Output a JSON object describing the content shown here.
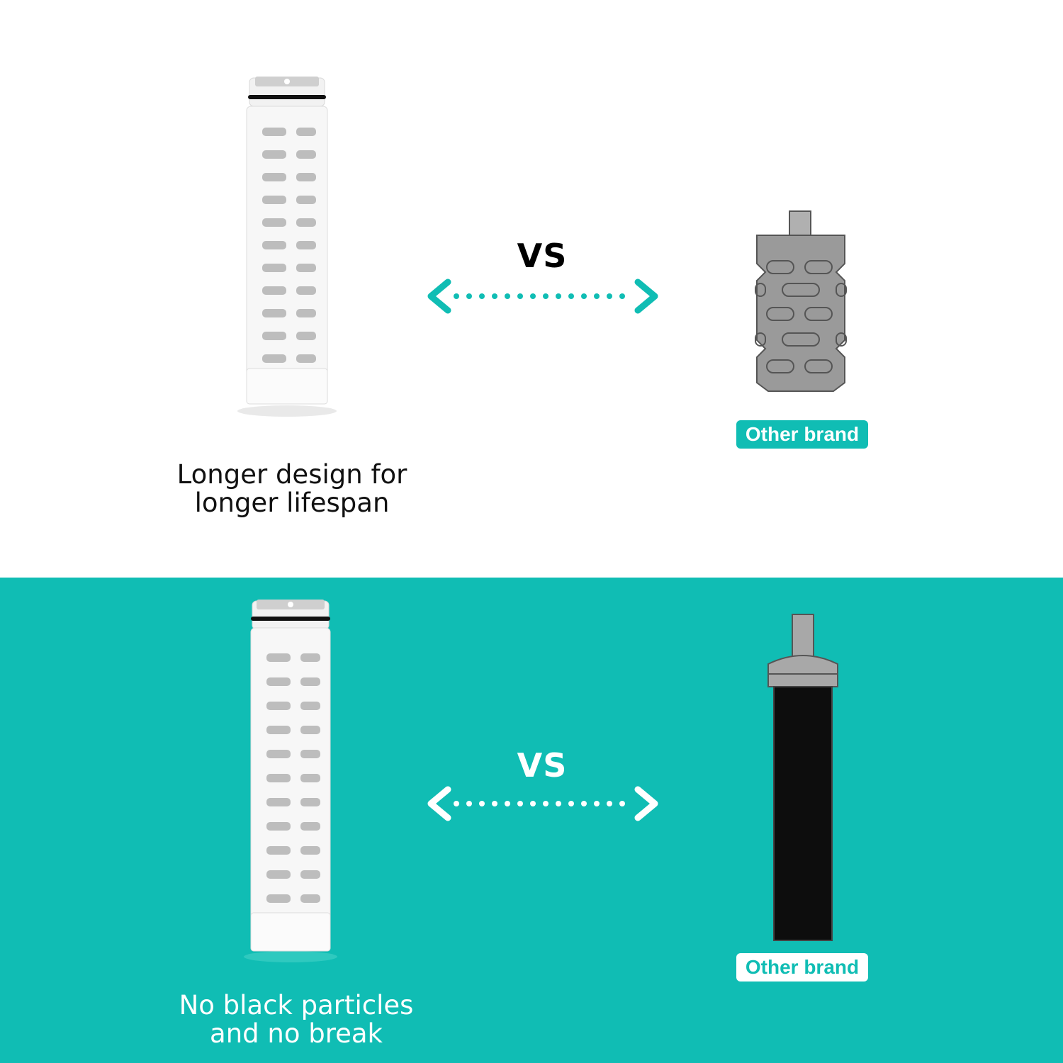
{
  "top_panel": {
    "vs_label": "VS",
    "caption_line1": "Longer design for",
    "caption_line2": "longer lifespan",
    "badge": "Other brand"
  },
  "bottom_panel": {
    "vs_label": "VS",
    "caption_line1": "No black particles",
    "caption_line2": "and no break",
    "badge": "Other brand"
  },
  "colors": {
    "accent": "#10bdb4",
    "white": "#ffffff",
    "text": "#111111",
    "other_brand_gray": "#9a9a9a",
    "black_filter": "#0d0d0d"
  }
}
